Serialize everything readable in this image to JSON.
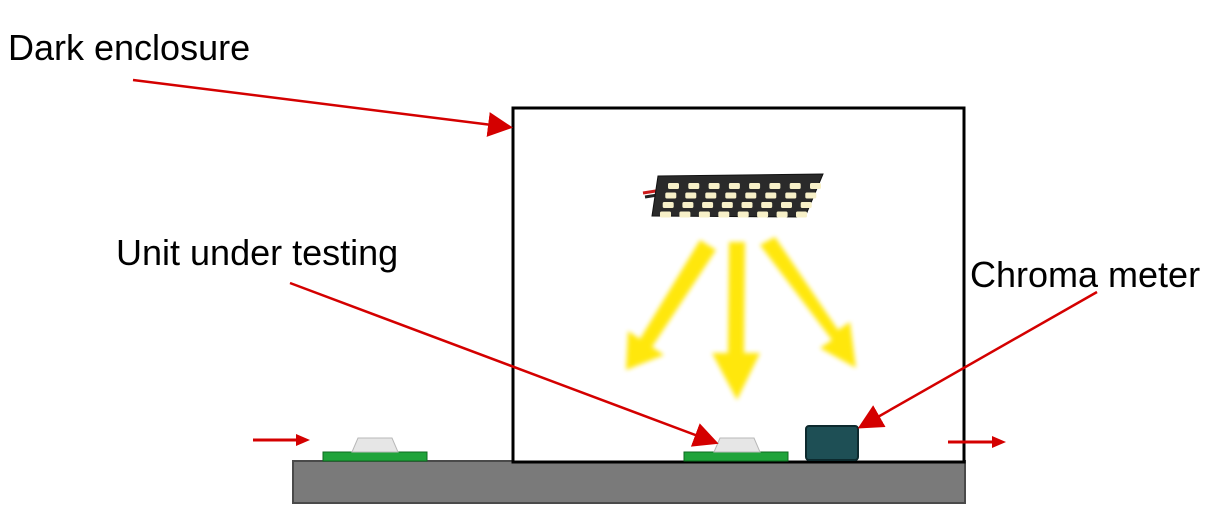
{
  "labels": {
    "dark_enclosure": "Dark enclosure",
    "unit_under_testing": "Unit under testing",
    "chroma_meter": "Chroma meter"
  },
  "colors": {
    "annotation_arrow": "#d40000",
    "light_beam": "#ffe600",
    "conveyor": "#7a7a7a",
    "circuit_board": "#1fa33a",
    "chroma_meter_body": "#1e4f55",
    "enclosure_outline": "#000000",
    "led_panel": "#2a2a2a",
    "led": "#f7f0c8"
  },
  "icons": {
    "light_source": "led-array-panel-icon",
    "flow_in": "arrow-right-icon",
    "flow_out": "arrow-right-icon"
  }
}
